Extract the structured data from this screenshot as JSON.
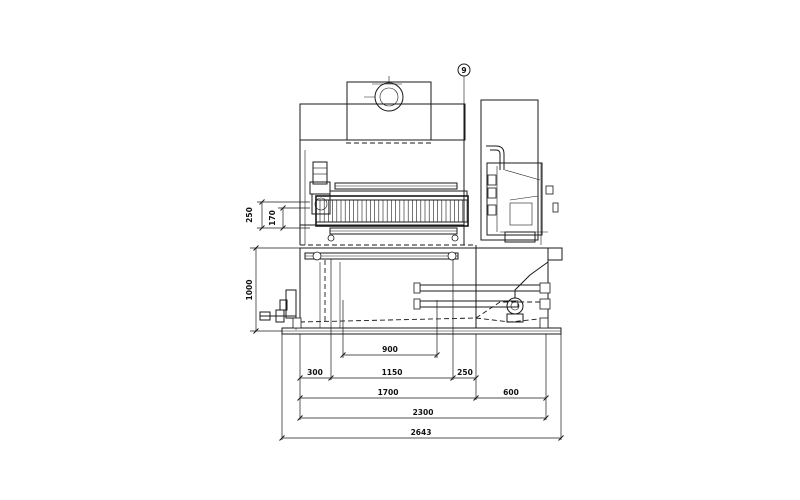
{
  "drawing": {
    "item_callout": "9",
    "dimensions": {
      "vertical_250": "250",
      "vertical_170": "170",
      "vertical_1000": "1000",
      "d_900": "900",
      "d_300": "300",
      "d_1150": "1150",
      "d_250": "250",
      "d_1700": "1700",
      "d_600": "600",
      "d_2300": "2300",
      "d_2643": "2643"
    }
  }
}
